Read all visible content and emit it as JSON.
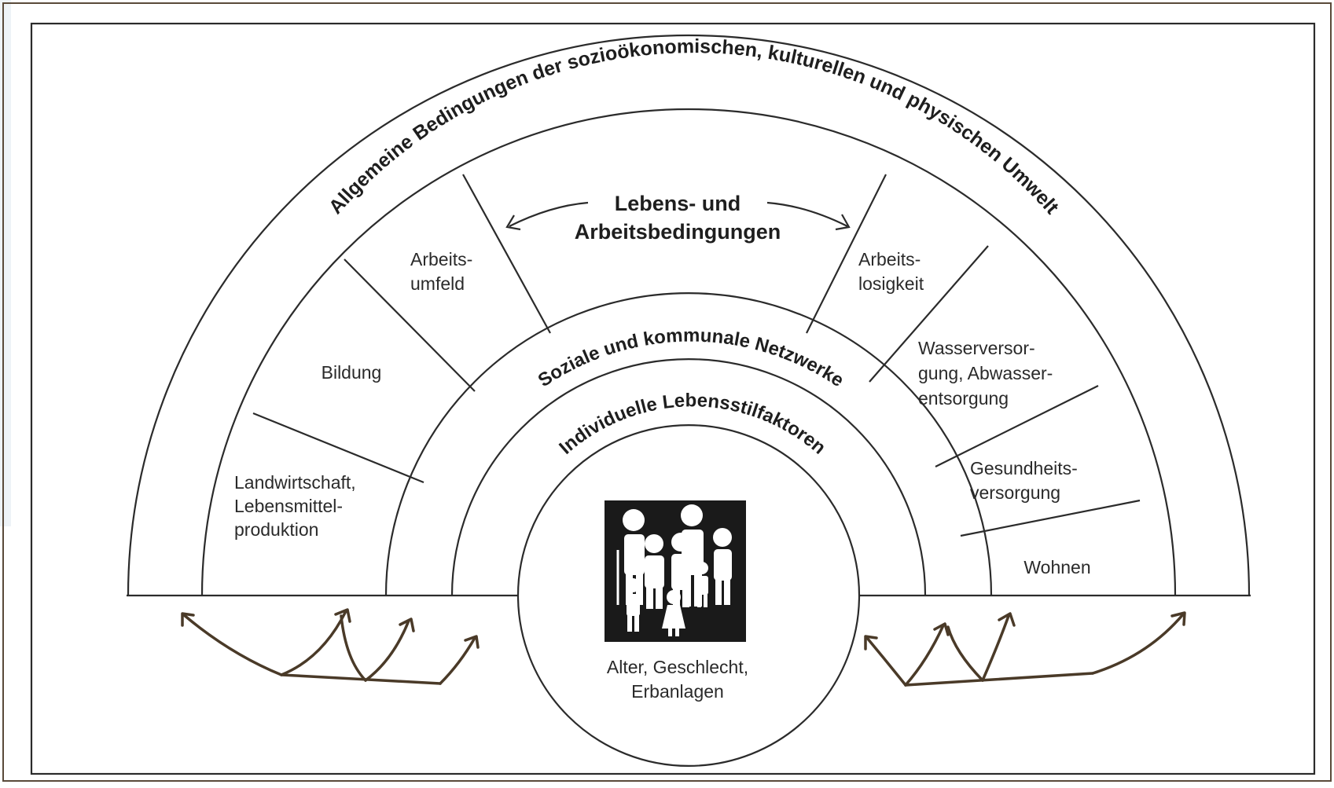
{
  "diagram": {
    "outer_ring_title": "Allgemeine Bedingungen der sozioökonomischen, kulturellen und physischen Umwelt",
    "center_title_line1": "Lebens- und",
    "center_title_line2": "Arbeitsbedingungen",
    "left_segments": {
      "landwirtschaft": [
        "Landwirtschaft,",
        "Lebensmittel-",
        "produktion"
      ],
      "bildung": [
        "Bildung"
      ],
      "arbeitsumfeld": [
        "Arbeits-",
        "umfeld"
      ]
    },
    "right_segments": {
      "arbeitslosigkeit": [
        "Arbeits-",
        "losigkeit"
      ],
      "wasser": [
        "Wasserversor-",
        "gung, Abwasser-",
        "entsorgung"
      ],
      "gesundheit": [
        "Gesundheits-",
        "versorgung"
      ],
      "wohnen": [
        "Wohnen"
      ]
    },
    "network_ring_title": "Soziale und kommunale Netzwerke",
    "lifestyle_ring_title": "Individuelle Lebensstilfaktoren",
    "core_label": [
      "Alter, Geschlecht,",
      "Erbanlagen"
    ],
    "core_icon": "family-pictogram-icon"
  },
  "colors": {
    "frame_background": "#ffffff",
    "left_strip": "#eef3f7",
    "page_border": "#5a4a3a",
    "arrows": "#4a3a28",
    "line": "#2b2b2b"
  }
}
